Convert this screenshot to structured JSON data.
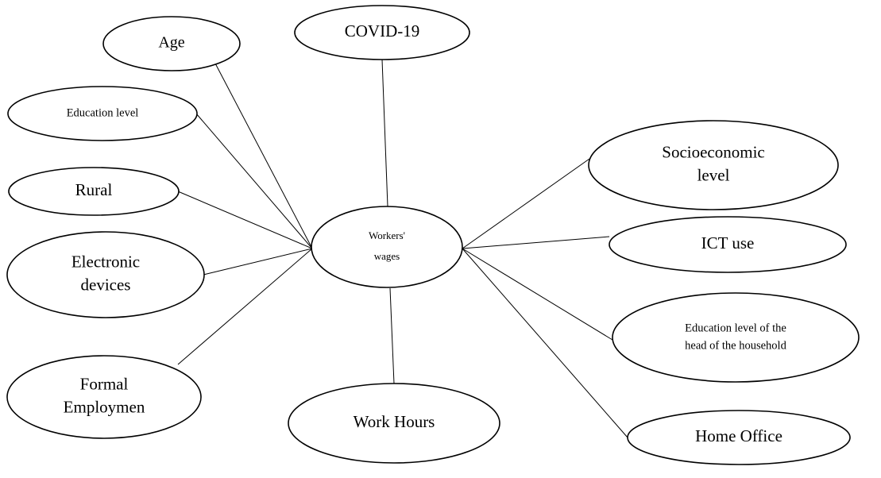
{
  "diagram": {
    "center": {
      "id": "workers-wages",
      "lines": [
        "Workers'",
        "wages"
      ]
    },
    "nodes": [
      {
        "id": "age",
        "lines": [
          "Age"
        ]
      },
      {
        "id": "covid-19",
        "lines": [
          "COVID-19"
        ]
      },
      {
        "id": "education-level",
        "lines": [
          "Education level"
        ]
      },
      {
        "id": "rural",
        "lines": [
          "Rural"
        ]
      },
      {
        "id": "electronic-devices",
        "lines": [
          "Electronic",
          "devices"
        ]
      },
      {
        "id": "formal-employment",
        "lines": [
          "Formal",
          "Employmen"
        ]
      },
      {
        "id": "work-hours",
        "lines": [
          "Work Hours"
        ]
      },
      {
        "id": "socioeconomic-level",
        "lines": [
          "Socioeconomic",
          "level"
        ]
      },
      {
        "id": "ict-use",
        "lines": [
          "ICT use"
        ]
      },
      {
        "id": "education-level-head",
        "lines": [
          "Education level of the",
          "head of the household"
        ]
      },
      {
        "id": "home-office",
        "lines": [
          "Home Office"
        ]
      }
    ],
    "colors": {
      "stroke": "#000000",
      "fill": "#ffffff",
      "text": "#000000",
      "background": "#ffffff"
    }
  }
}
